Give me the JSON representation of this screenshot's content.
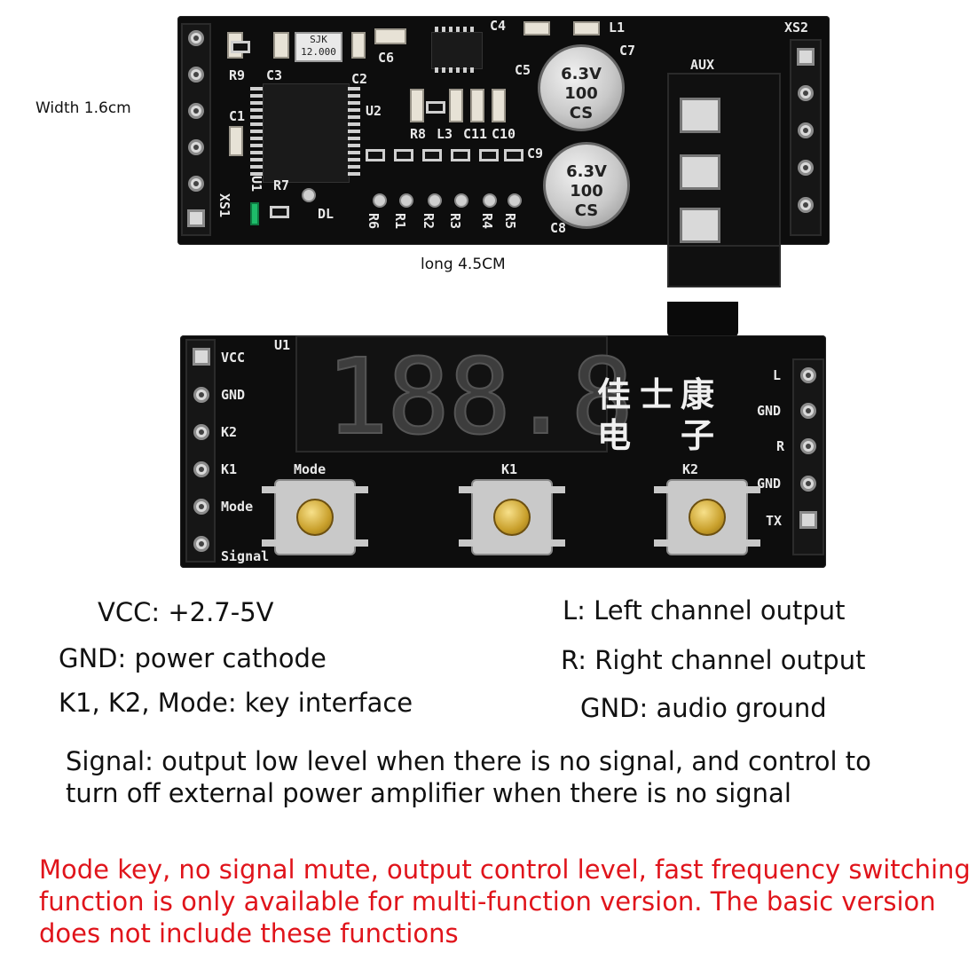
{
  "captions": {
    "width": "Width 1.6cm",
    "length": "long 4.5CM"
  },
  "top_board": {
    "labels": {
      "xs2": "XS2",
      "xs1": "XS1",
      "aux": "AUX",
      "c4": "C4",
      "l1": "L1",
      "c7": "C7",
      "c5": "C5",
      "c6": "C6",
      "c2": "C2",
      "c3": "C3",
      "c1": "C1",
      "c8": "C8",
      "c9": "C9",
      "c10": "C10",
      "c11": "C11",
      "l3": "L3",
      "r8": "R8",
      "r9": "R9",
      "r7": "R7",
      "r6": "R6",
      "r1": "R1",
      "r2": "R2",
      "r3": "R3",
      "r4": "R4",
      "r5": "R5",
      "u1": "U1",
      "u2": "U2",
      "dl": "DL",
      "crystal_brand": "SJK",
      "crystal_freq": "12.000",
      "cap_value": "100",
      "cap_voltage": "6.3V",
      "cap_brand": "CS"
    }
  },
  "bottom_board": {
    "display_digits": "188.8",
    "brand_cjk": [
      "佳",
      "士",
      "康",
      "电",
      "子"
    ],
    "u1": "U1",
    "left_pins": [
      "VCC",
      "GND",
      "K2",
      "K1",
      "Mode",
      "Signal"
    ],
    "right_pins": [
      "L",
      "GND",
      "R",
      "GND",
      "TX"
    ],
    "buttons": [
      "Mode",
      "K1",
      "K2"
    ]
  },
  "descriptions": {
    "vcc": "VCC: +2.7-5V",
    "gnd": "GND: power cathode",
    "keys": "K1, K2, Mode: key interface",
    "l": "L: Left channel output",
    "r": "R: Right channel output",
    "gnd_audio": "GND: audio ground",
    "signal": "Signal: output low level when there is no signal, and control to turn off external power amplifier when there is no signal"
  },
  "notes": {
    "multifunction": "Mode key, no signal mute, output control level, fast frequency switching function is only available for multi-function version. The basic version does not include these functions"
  },
  "colors": {
    "note_red": "#e0141b",
    "pcb": "#0d0d0d",
    "button_gold": "#c9a02c"
  }
}
